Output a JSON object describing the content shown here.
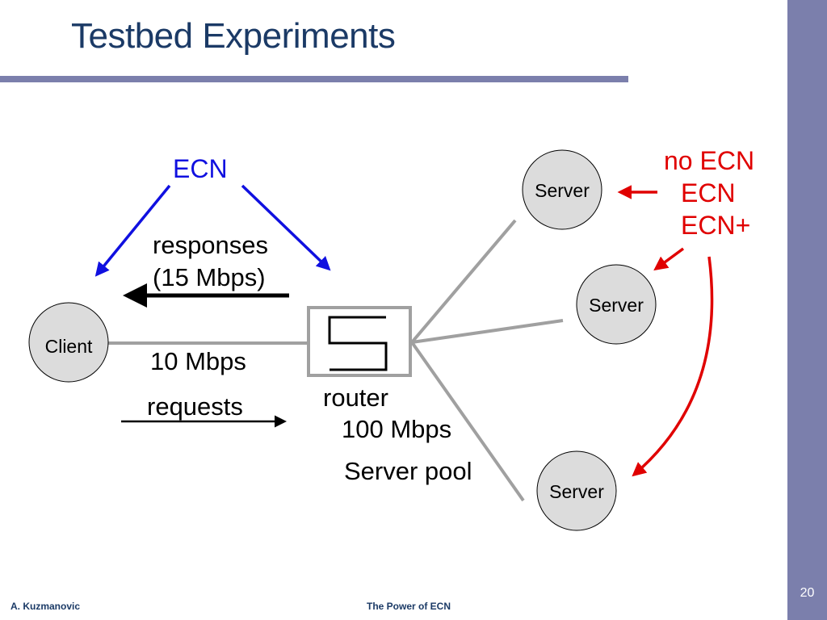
{
  "slide": {
    "title": "Testbed Experiments",
    "number": "20",
    "footer_left": "A. Kuzmanovic",
    "footer_center": "The Power of ECN"
  },
  "colors": {
    "title": "#1b3a66",
    "accent_bar": "#7b7fac",
    "ecn_blue": "#1010e0",
    "ecn_red": "#e00000",
    "node_fill": "#dcdcdc",
    "link_gray": "#a0a0a0"
  },
  "diagram": {
    "nodes": {
      "client": "Client",
      "server_top": "Server",
      "server_middle": "Server",
      "server_bottom": "Server",
      "router": "router"
    },
    "labels": {
      "ecn_client_side": "ECN",
      "responses": "responses",
      "responses_rate": "(15 Mbps)",
      "client_link_rate": "10 Mbps",
      "requests": "requests",
      "server_link_rate": "100 Mbps",
      "server_pool": "Server pool"
    },
    "server_modes": [
      "no ECN",
      "ECN",
      "ECN+"
    ]
  }
}
